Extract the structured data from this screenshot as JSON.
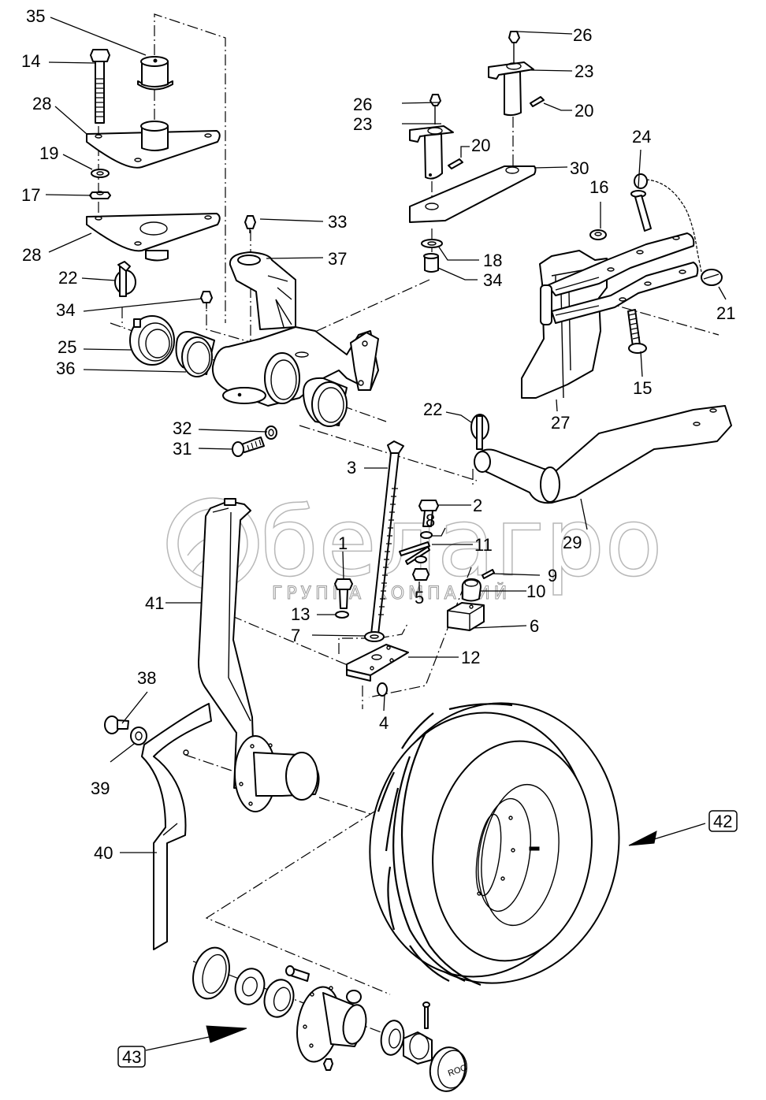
{
  "diagram": {
    "title": "Exploded parts view: gauge wheel assembly",
    "watermark": {
      "logo_text": "белагро",
      "subtitle": "ГРУППА КОМПАНИЙ"
    },
    "part_labels": {
      "p1": "1",
      "p2": "2",
      "p3": "3",
      "p4": "4",
      "p5": "5",
      "p6": "6",
      "p7": "7",
      "p8": "8",
      "p9": "9",
      "p10": "10",
      "p11": "11",
      "p12": "12",
      "p13": "13",
      "p14": "14",
      "p15": "15",
      "p16": "16",
      "p17": "17",
      "p18": "18",
      "p19": "19",
      "p20a": "20",
      "p20b": "20",
      "p21": "21",
      "p22a": "22",
      "p22b": "22",
      "p23a": "23",
      "p23b": "23",
      "p24": "24",
      "p25": "25",
      "p26a": "26",
      "p26b": "26",
      "p27": "27",
      "p28a": "28",
      "p28b": "28",
      "p29": "29",
      "p30": "30",
      "p31": "31",
      "p32": "32",
      "p33": "33",
      "p34a": "34",
      "p34b": "34",
      "p35": "35",
      "p36": "36",
      "p37": "37",
      "p38": "38",
      "p39": "39",
      "p40": "40",
      "p41": "41"
    },
    "assembly_callouts": {
      "a42": "42",
      "a43": "43"
    },
    "hub_cap_text": "ROC"
  }
}
